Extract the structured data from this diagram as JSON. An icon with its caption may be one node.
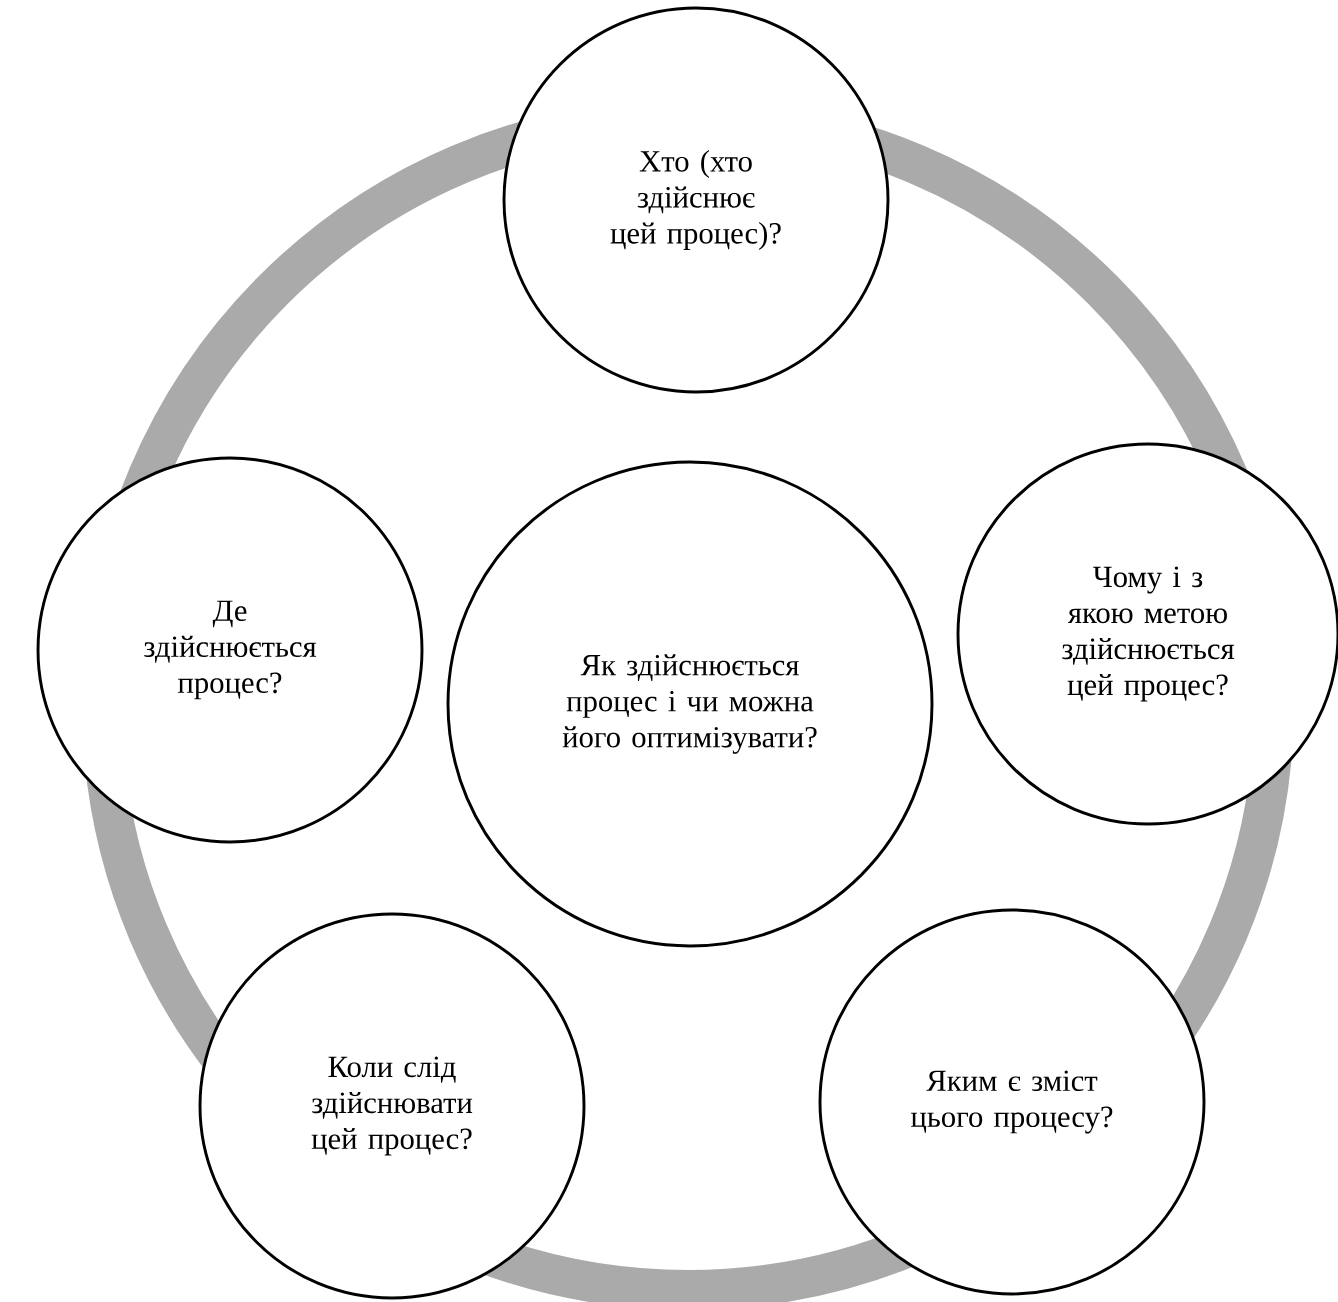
{
  "diagram": {
    "nodes": [
      {
        "text": [
          "Хто (хто здійснює цей процес)?"
        ]
      },
      {
        "text": [
          "Де здійснюється процес?"
        ]
      },
      {
        "text": [
          "Чому і з якою метою здійснюється цей процес?"
        ]
      },
      {
        "text": [
          "Як здійснюється процес і чи можна його оптимізувати?"
        ]
      },
      {
        "text": [
          "Коли слід здійснювати цей процес?"
        ]
      },
      {
        "text": [
          "Яким є зміст цього процесу?"
        ]
      }
    ]
  }
}
